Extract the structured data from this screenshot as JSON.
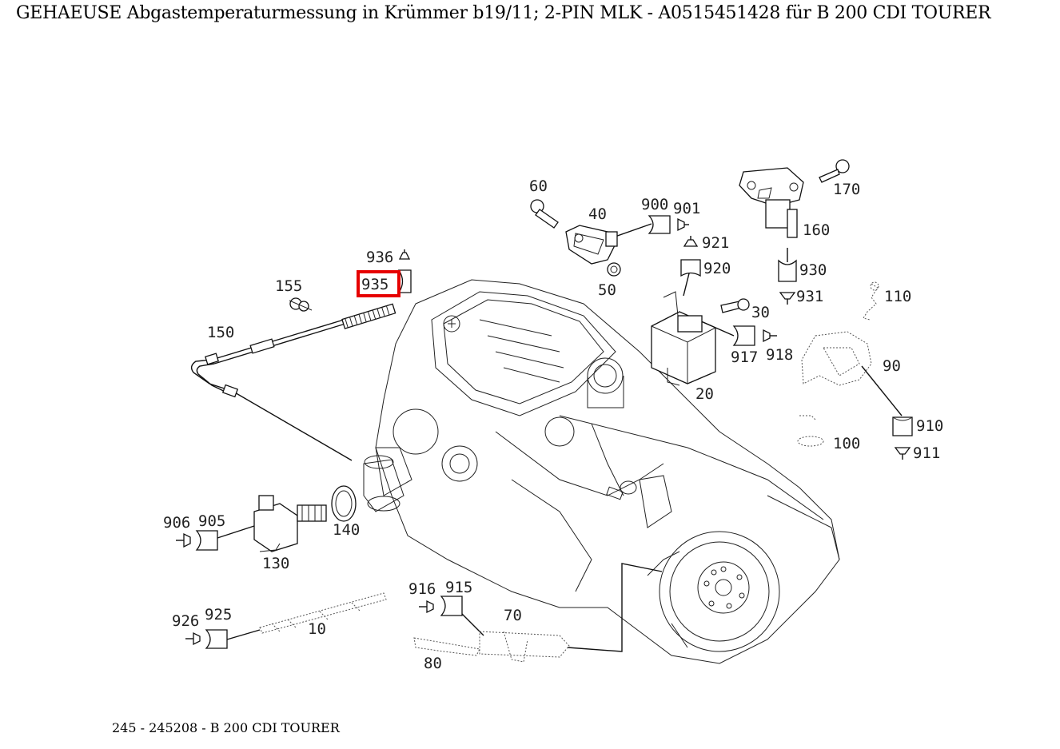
{
  "title": "GEHAEUSE Abgastemperaturmessung in Krümmer b19/11; 2-PIN MLK - A0515451428 für B 200 CDI TOURER",
  "footer": "245 - 245208 - B 200 CDI TOURER",
  "highlight_color": "#e60000",
  "highlighted_part": "935",
  "callouts": {
    "c60": "60",
    "c40": "40",
    "c900": "900",
    "c901": "901",
    "c170": "170",
    "c160": "160",
    "c936": "936",
    "c935": "935",
    "c155": "155",
    "c150": "150",
    "c50": "50",
    "c921": "921",
    "c920": "920",
    "c930": "930",
    "c931": "931",
    "c110": "110",
    "c30": "30",
    "c917": "917",
    "c918": "918",
    "c90": "90",
    "c20": "20",
    "c910": "910",
    "c911": "911",
    "c100": "100",
    "c906": "906",
    "c905": "905",
    "c140": "140",
    "c130": "130",
    "c916": "916",
    "c915": "915",
    "c70": "70",
    "c926": "926",
    "c925": "925",
    "c10": "10",
    "c80": "80"
  }
}
